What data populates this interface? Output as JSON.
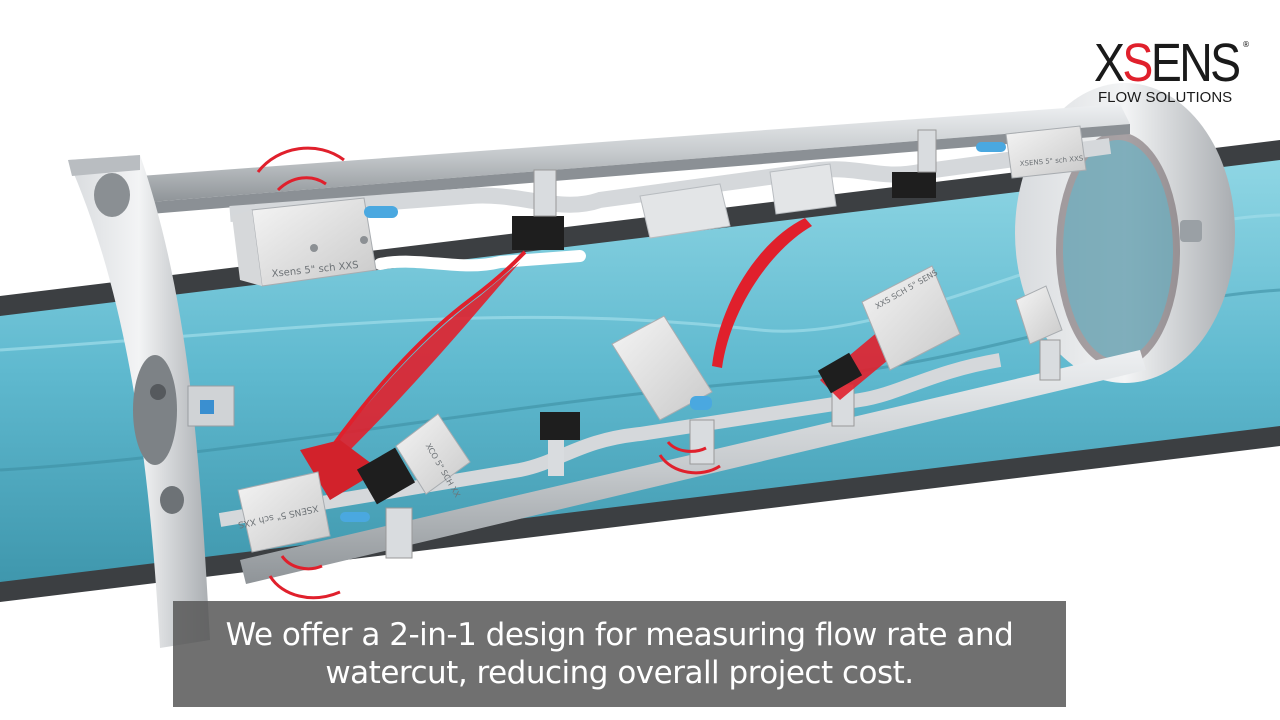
{
  "logo": {
    "word_prefix": "X",
    "word_accent": "S",
    "word_suffix": "ENS",
    "registered": "®",
    "subtitle": "FLOW SOLUTIONS",
    "accent_color": "#e0202c"
  },
  "sensor_labels": [
    "Xsens 5\" sch XXS",
    "XSENS 5\" sch XXS",
    "XCO 5\" SCH XX",
    "XXS SCH 5\" SENS",
    "XSENS 5\" sch XXS"
  ],
  "caption": {
    "line1": "We offer a 2-in-1 design for measuring flow rate and",
    "line2": "watercut, reducing overall project cost."
  },
  "colors": {
    "pipe_water": "#6ec6d8",
    "pipe_shell": "#3c3f42",
    "frame_metal": "#c9cdd1",
    "signal_red": "#e0202c",
    "cable_blue": "#4aa8e0"
  }
}
